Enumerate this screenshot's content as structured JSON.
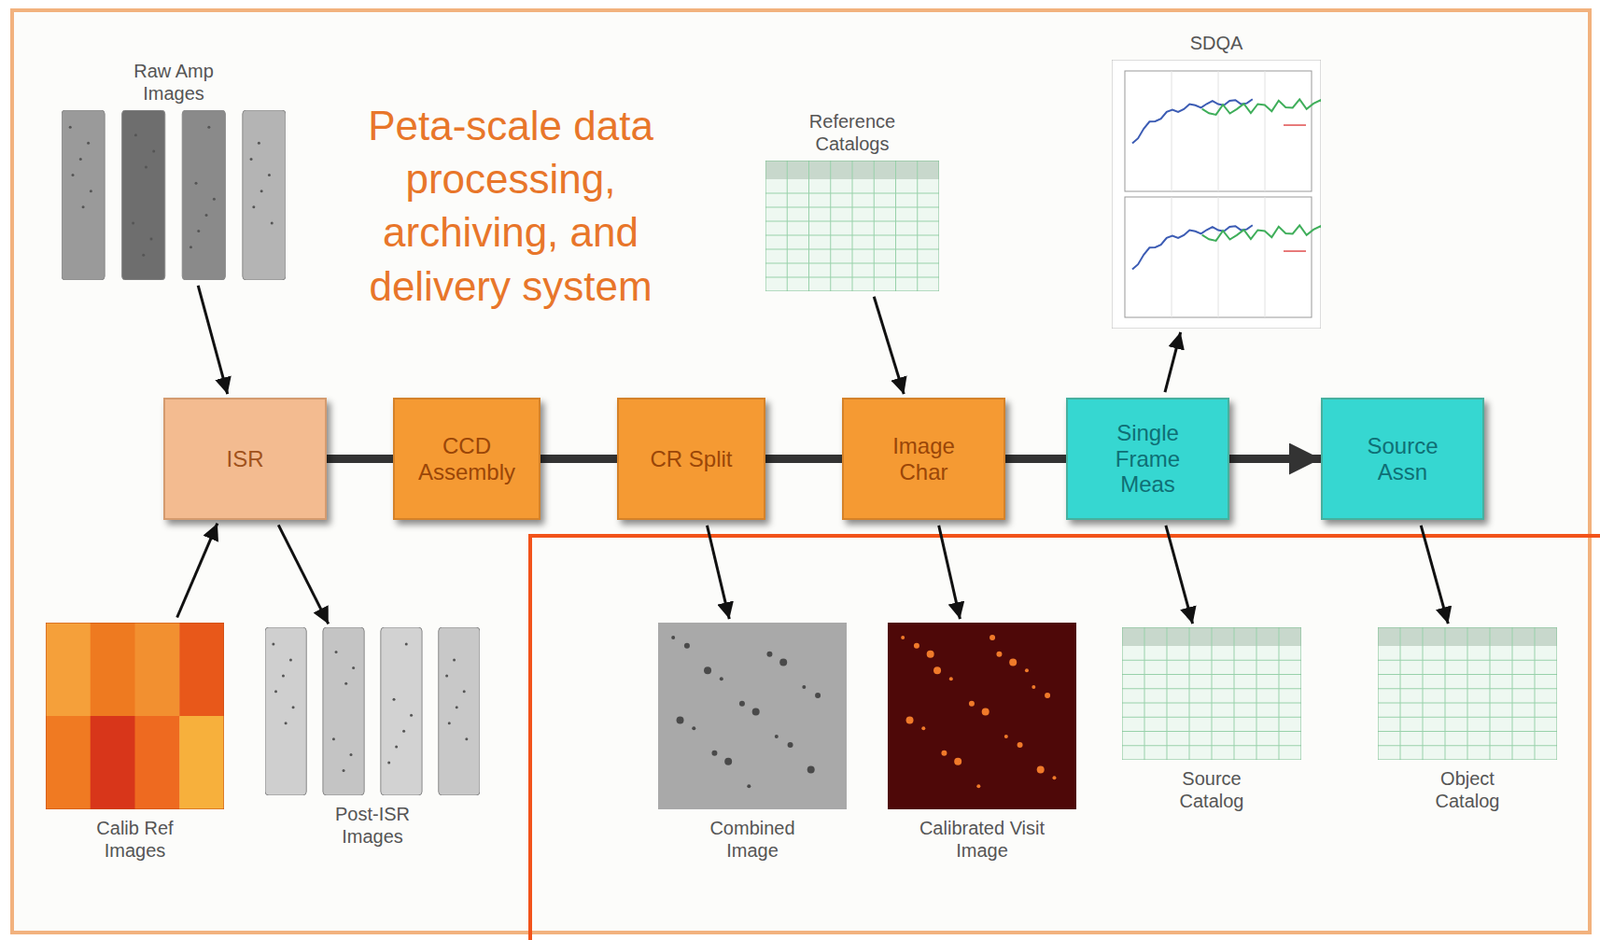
{
  "diagram": {
    "nodes": [
      {
        "text": [
          "Raw Amp Images"
        ]
      },
      {
        "text": [
          "Reference Catalogs"
        ]
      },
      {
        "text": [
          "SDQA"
        ]
      },
      {
        "text": [
          "ISR"
        ]
      },
      {
        "text": [
          "CCD Assembly"
        ]
      },
      {
        "text": [
          "CR Split"
        ]
      },
      {
        "text": [
          "Image Char"
        ]
      },
      {
        "text": [
          "Single Frame Meas"
        ]
      },
      {
        "text": [
          "Source Assn"
        ]
      },
      {
        "text": [
          "Calib Ref Images"
        ]
      },
      {
        "text": [
          "Post-ISR Images"
        ]
      },
      {
        "text": [
          "Combined Image"
        ]
      },
      {
        "text": [
          "Calibrated Visit Image"
        ]
      },
      {
        "text": [
          "Source Catalog"
        ]
      },
      {
        "text": [
          "Object Catalog"
        ]
      }
    ],
    "edges": [
      {
        "from": 0,
        "to": 3,
        "arrow": "to"
      },
      {
        "from": 9,
        "to": 3,
        "arrow": "to"
      },
      {
        "from": 3,
        "to": 10,
        "arrow": "to"
      },
      {
        "from": 1,
        "to": 6,
        "arrow": "to"
      },
      {
        "from": 7,
        "to": 2,
        "arrow": "to"
      },
      {
        "from": 3,
        "to": 4,
        "arrow": "none"
      },
      {
        "from": 4,
        "to": 5,
        "arrow": "none"
      },
      {
        "from": 5,
        "to": 6,
        "arrow": "none"
      },
      {
        "from": 6,
        "to": 7,
        "arrow": "none"
      },
      {
        "from": 7,
        "to": 8,
        "arrow": "to"
      },
      {
        "from": 5,
        "to": 11,
        "arrow": "to"
      },
      {
        "from": 6,
        "to": 12,
        "arrow": "to"
      },
      {
        "from": 7,
        "to": 13,
        "arrow": "to"
      },
      {
        "from": 8,
        "to": 14,
        "arrow": "to"
      }
    ],
    "labels": [
      "Peta-scale data processing, archiving, and delivery system"
    ]
  }
}
